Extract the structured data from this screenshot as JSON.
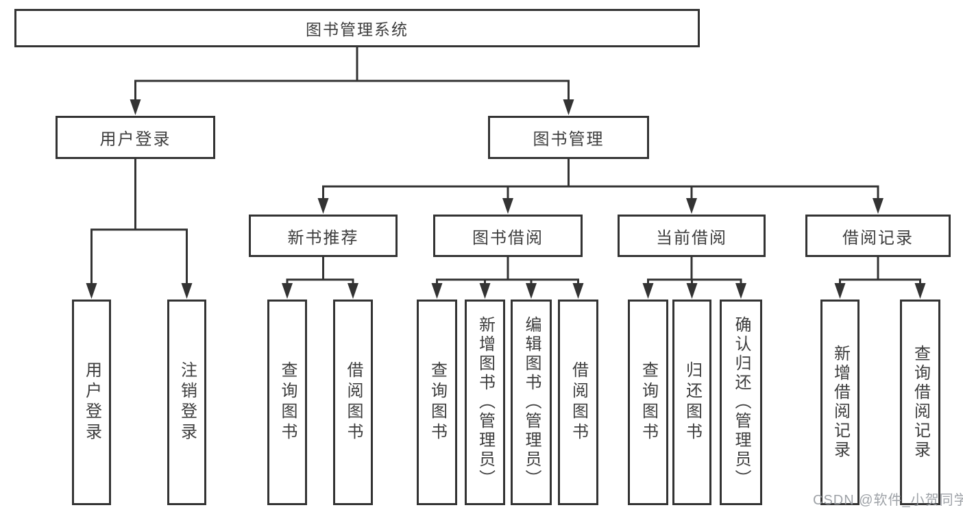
{
  "tree": {
    "root": {
      "label": "图书管理系统",
      "children": [
        {
          "label": "用户登录",
          "children": [
            {
              "label": "用户登录"
            },
            {
              "label": "注销登录"
            }
          ]
        },
        {
          "label": "图书管理",
          "children": [
            {
              "label": "新书推荐",
              "children": [
                {
                  "label": "查询图书"
                },
                {
                  "label": "借阅图书"
                }
              ]
            },
            {
              "label": "图书借阅",
              "children": [
                {
                  "label": "查询图书"
                },
                {
                  "label": "新增图书（管理员）"
                },
                {
                  "label": "编辑图书（管理员）"
                },
                {
                  "label": "借阅图书"
                }
              ]
            },
            {
              "label": "当前借阅",
              "children": [
                {
                  "label": "查询图书"
                },
                {
                  "label": "归还图书"
                },
                {
                  "label": "确认归还（管理员）"
                }
              ]
            },
            {
              "label": "借阅记录",
              "children": [
                {
                  "label": "新增借阅记录"
                },
                {
                  "label": "查询借阅记录"
                }
              ]
            }
          ]
        }
      ]
    }
  },
  "watermark": {
    "text": "CSDN @软件_小贺同学"
  },
  "colors": {
    "line": "#333333",
    "text": "#3d3d3d",
    "watermark": "#969aa0"
  }
}
